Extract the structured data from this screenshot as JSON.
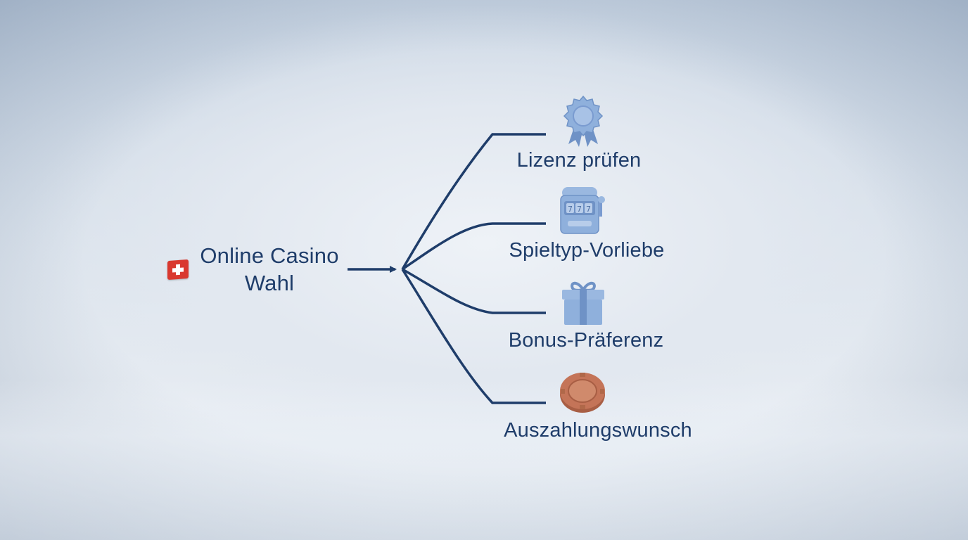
{
  "root": {
    "label": "Online Casino\nWahl",
    "flag_icon": "swiss-flag-icon"
  },
  "branches": [
    {
      "label": "Lizenz prüfen",
      "icon": "award-ribbon-icon"
    },
    {
      "label": "Spieltyp-Vorliebe",
      "icon": "slot-machine-icon"
    },
    {
      "label": "Bonus-Präferenz",
      "icon": "gift-box-icon"
    },
    {
      "label": "Auszahlungswunsch",
      "icon": "casino-chip-icon"
    }
  ],
  "colors": {
    "text": "#1f3d6a",
    "line": "#1f3d6a",
    "icon": "#7e9fd0",
    "chip": "#c47458",
    "flag": "#d9382f"
  }
}
